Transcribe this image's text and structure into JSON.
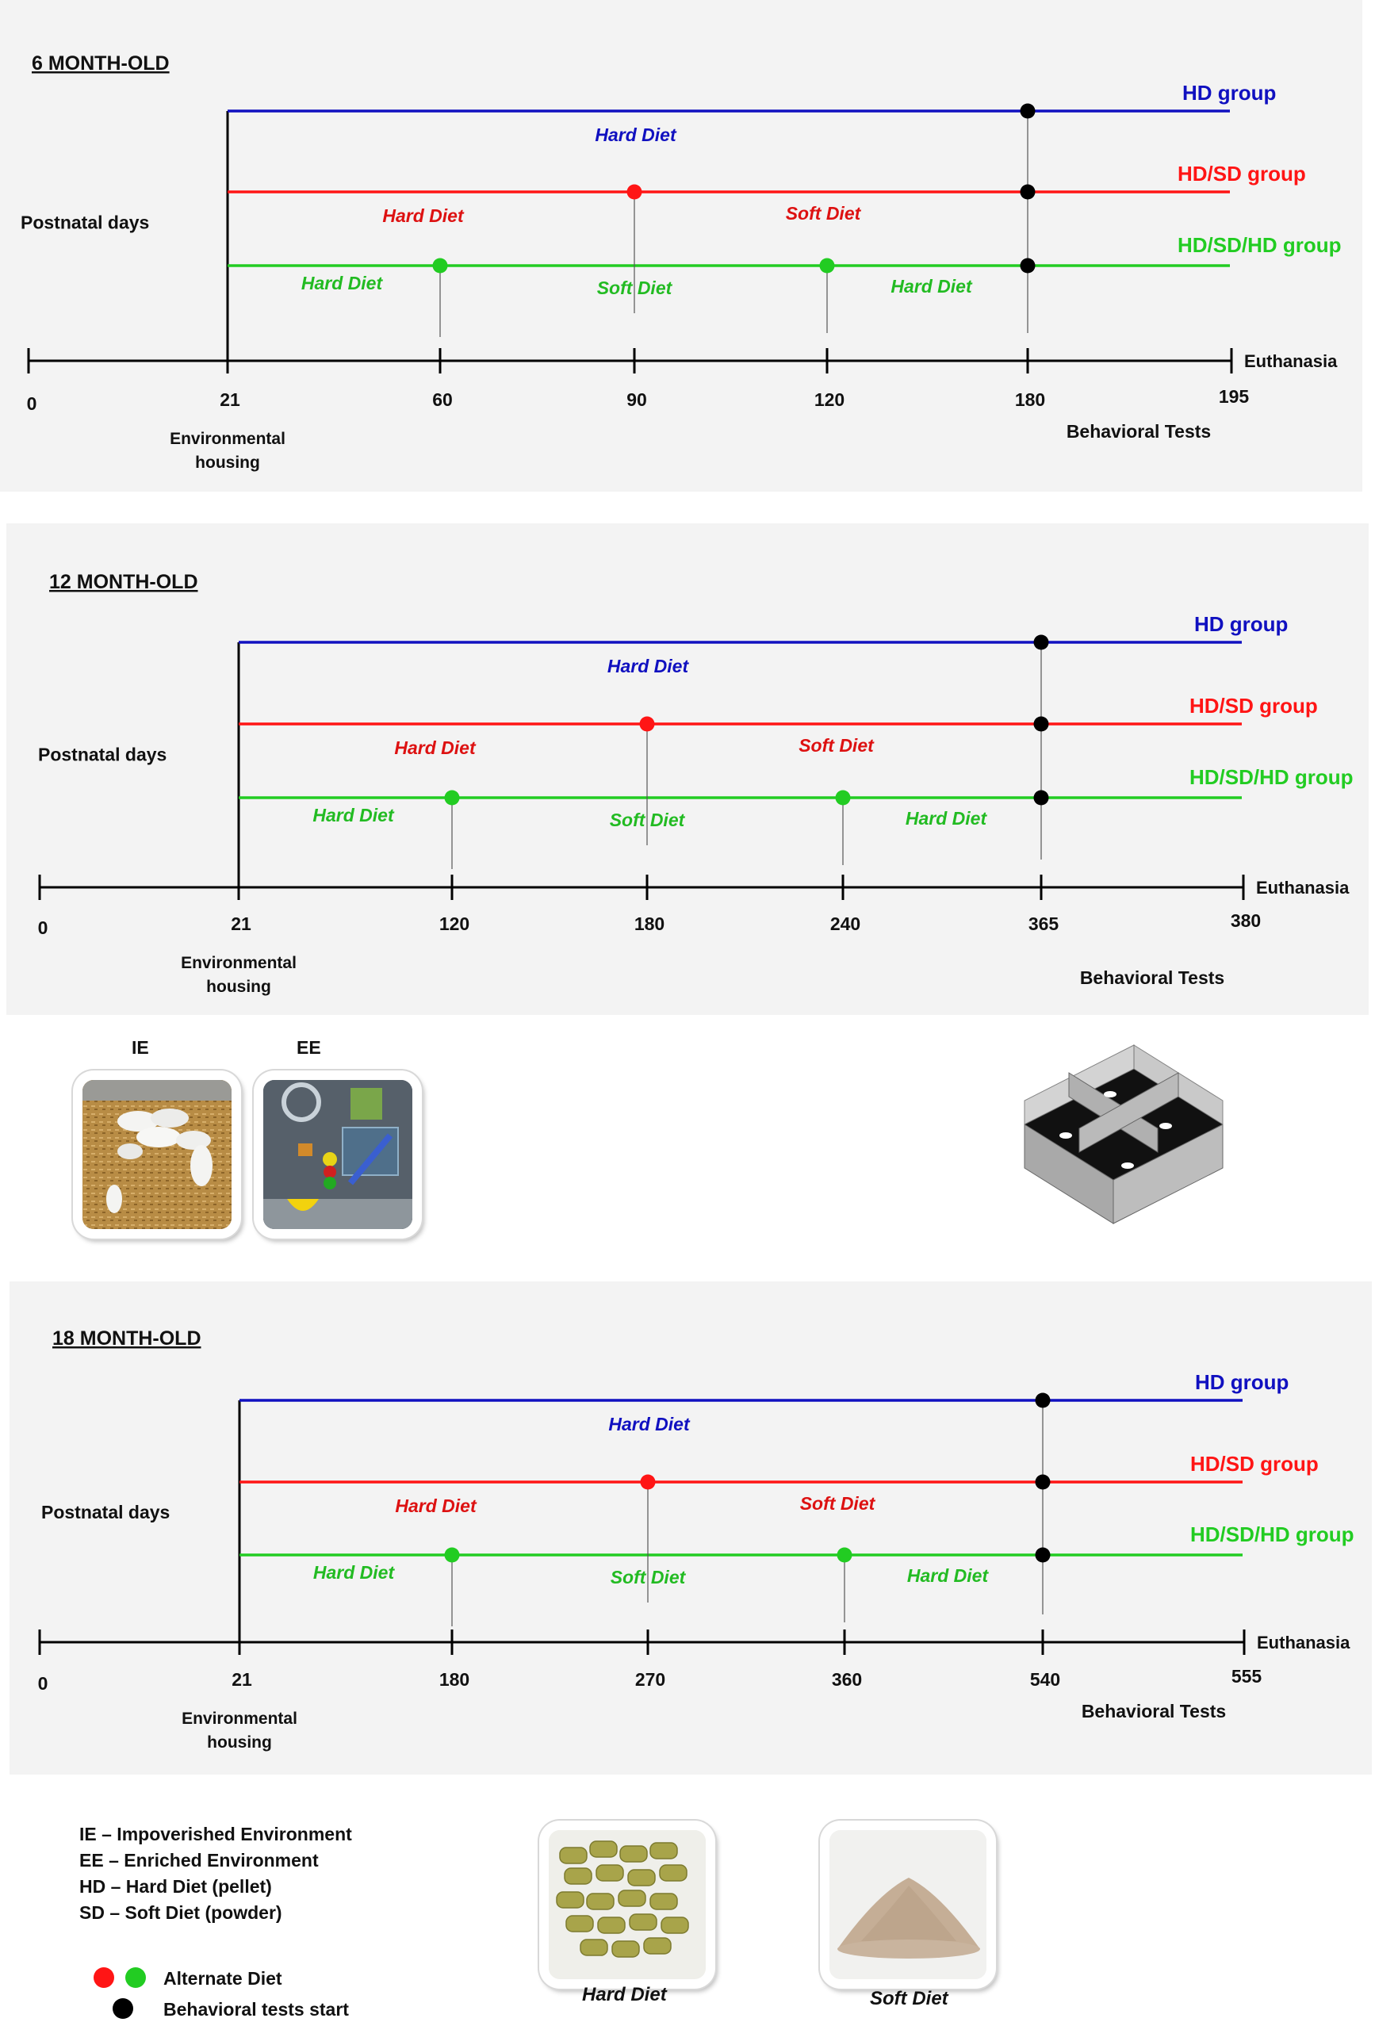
{
  "timelines": [
    {
      "title": "6 MONTH-OLD",
      "ticks": [
        {
          "label": "0",
          "value": 0
        },
        {
          "label": "21",
          "value": 21
        },
        {
          "label": "60",
          "value": 60
        },
        {
          "label": "90",
          "value": 90
        },
        {
          "label": "120",
          "value": 120
        },
        {
          "label": "180",
          "value": 180
        },
        {
          "label": "195",
          "value": 195
        }
      ],
      "hd_label": "Hard Diet",
      "hdsd_segments": [
        "Hard Diet",
        "Soft Diet"
      ],
      "hdsdhd_segments": [
        "Hard Diet",
        "Soft Diet",
        "Hard Diet"
      ]
    },
    {
      "title": "12 MONTH-OLD",
      "ticks": [
        {
          "label": "0",
          "value": 0
        },
        {
          "label": "21",
          "value": 21
        },
        {
          "label": "120",
          "value": 120
        },
        {
          "label": "180",
          "value": 180
        },
        {
          "label": "240",
          "value": 240
        },
        {
          "label": "365",
          "value": 365
        },
        {
          "label": "380",
          "value": 380
        }
      ],
      "hd_label": "Hard Diet",
      "hdsd_segments": [
        "Hard Diet",
        "Soft Diet"
      ],
      "hdsdhd_segments": [
        "Hard Diet",
        "Soft Diet",
        "Hard Diet"
      ]
    },
    {
      "title": "18 MONTH-OLD",
      "ticks": [
        {
          "label": "0",
          "value": 0
        },
        {
          "label": "21",
          "value": 21
        },
        {
          "label": "180",
          "value": 180
        },
        {
          "label": "270",
          "value": 270
        },
        {
          "label": "360",
          "value": 360
        },
        {
          "label": "540",
          "value": 540
        },
        {
          "label": "555",
          "value": 555
        }
      ],
      "hd_label": "Hard Diet",
      "hdsd_segments": [
        "Hard Diet",
        "Soft Diet"
      ],
      "hdsdhd_segments": [
        "Hard Diet",
        "Soft Diet",
        "Hard Diet"
      ]
    }
  ],
  "common": {
    "postnatal_days": "Postnatal  days",
    "env_housing_line1": "Environmental",
    "env_housing_line2": "housing",
    "euthanasia": "Euthanasia",
    "behavioral_tests": "Behavioral Tests",
    "group_hd": "HD group",
    "group_hdsd": "HD/SD group",
    "group_hdsdhd": "HD/SD/HD group"
  },
  "colors": {
    "hd": "#1010c0",
    "hdsd": "#ff1515",
    "hdsdhd": "#22cc22",
    "text_red": "#dd1111",
    "text_green": "#22bb22",
    "behavioral_dot": "#000000"
  },
  "photos": {
    "ie_label": "IE",
    "ee_label": "EE",
    "hard_diet_caption": "Hard Diet",
    "soft_diet_caption": "Soft Diet"
  },
  "legend": {
    "lines": [
      "IE –  Impoverished  Environment",
      "EE – Enriched Environment",
      "HD – Hard Diet (pellet)",
      "SD – Soft Diet (powder)"
    ],
    "alternate_diet": "Alternate Diet",
    "behavioral_start": "Behavioral  tests start"
  }
}
